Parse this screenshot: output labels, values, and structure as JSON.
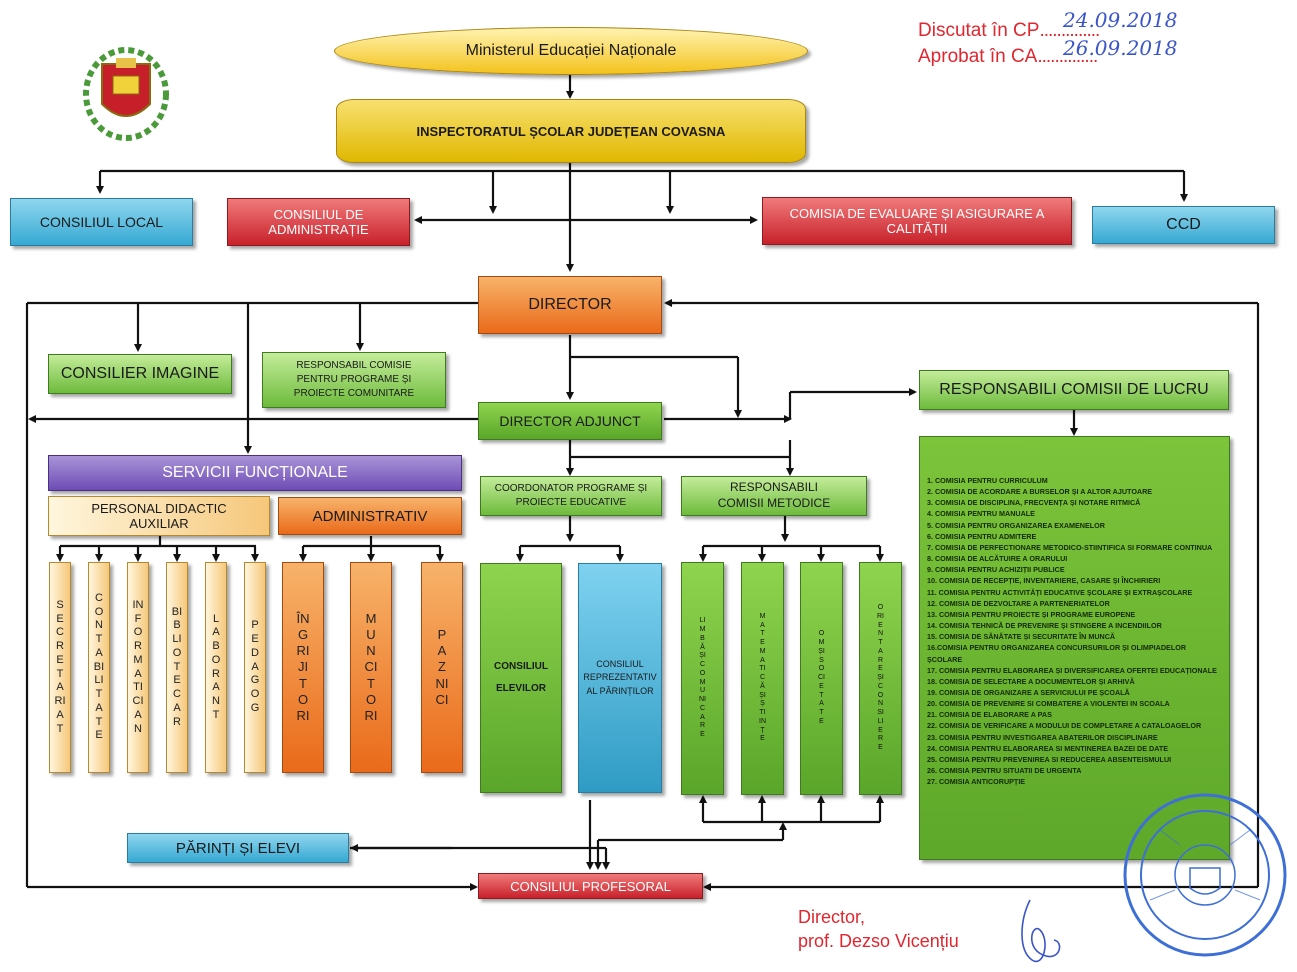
{
  "header": {
    "discutat_label": "Discutat în CP",
    "discutat_date": "24.09.2018",
    "aprobat_label": "Aprobat în CA",
    "aprobat_date": "26.09.2018"
  },
  "nodes": {
    "minister": "Ministerul Educației Naționale",
    "inspectorat": "INSPECTORATUL ȘCOLAR JUDEȚEAN COVASNA",
    "consiliul_local": "CONSILIUL LOCAL",
    "consiliul_admin": "CONSILIUL DE ADMINISTRAȚIE",
    "comisia_evaluare": "COMISIA DE EVALUARE ȘI ASIGURARE A CALITĂȚII",
    "ccd": "CCD",
    "director": "DIRECTOR",
    "consilier_imagine": "CONSILIER IMAGINE",
    "responsabil_comisie": "RESPONSABIL COMISIE PENTRU PROGRAME ȘI PROIECTE COMUNITARE",
    "director_adjunct": "DIRECTOR ADJUNCT",
    "responsabili_comisii_lucru": "RESPONSABILI COMISII DE LUCRU",
    "servicii_functionale": "SERVICII FUNCȚIONALE",
    "personal_didactic": "PERSONAL DIDACTIC AUXILIAR",
    "administrativ": "ADMINISTRATIV",
    "coordonator": "COORDONATOR PROGRAME ȘI PROIECTE EDUCATIVE",
    "responsabili_metodice": "RESPONSABILI COMISII METODICE",
    "consiliul_elevilor": "CONSILIUL ELEVILOR",
    "consiliul_parinti": "CONSILIUL REPREZENTATIV AL PĂRINȚILOR",
    "parinti_elevi": "PĂRINȚI ȘI ELEVI",
    "consiliul_profesoral": "CONSILIUL PROFESORAL"
  },
  "auxiliar_columns": [
    "SECRETARIAT",
    "CONTABILITATE",
    "INFORMATICIAN",
    "BIBLIOTECAR",
    "LABORANT",
    "PEDAGOG"
  ],
  "admin_columns": [
    "ÎNGRIJITORI",
    "MUNCITORI",
    "PAZNICI"
  ],
  "metodice_columns": [
    "LIMBĂ ȘI COMUNICARE",
    "MATEMATICĂ ȘI ȘTIINȚE",
    "OM ȘI SOCIETATE",
    "ORIENTARE ȘI CONSILIERE"
  ],
  "comisii_list": [
    "1. COMISIA PENTRU CURRICULUM",
    "2. COMISIA DE ACORDARE A BURSELOR ȘI A ALTOR AJUTOARE",
    "3. COMISIA DE DISCIPLINA, FRECVENȚA ȘI NOTARE RITMICĂ",
    "4. COMISIA PENTRU MANUALE",
    "5. COMISIA PENTRU ORGANIZAREA EXAMENELOR",
    "6. COMISIA PENTRU ADMITERE",
    "7. COMISIA DE PERFECTIONARE METODICO-STIINTIFICA SI FORMARE CONTINUA",
    "8. COMISIA DE ALCĂTUIRE A ORARULUI",
    "9. COMISIA PENTRU ACHIZIȚII PUBLICE",
    "10. COMISIA DE RECEPȚIE, INVENTARIERE, CASARE ȘI ÎNCHIRIERI",
    "11. COMISIA PENTRU ACTIVITĂȚI EDUCATIVE ȘCOLARE ȘI EXTRAȘCOLARE",
    "12. COMISIA DE DEZVOLTARE A PARTENERIATELOR",
    "13. COMISIA PENTRU PROIECTE ȘI PROGRAME EUROPENE",
    "14. COMISIA TEHNICĂ DE PREVENIRE ȘI STINGERE A INCENDIILOR",
    "15. COMISIA DE SĂNĂTATE ȘI SECURITATE ÎN MUNCĂ",
    "16.COMISIA PENTRU ORGANIZAREA CONCURSURILOR ȘI OLIMPIADELOR ȘCOLARE",
    "17. COMISIA PENTRU ELABORAREA ȘI DIVERSIFICAREA OFERTEI EDUCAȚIONALE",
    "18. COMISIA DE SELECTARE A DOCUMENTELOR ȘI ARHIVĂ",
    "19. COMISIA DE ORGANIZARE A SERVICIULUI PE ȘCOALĂ",
    "20. COMISIA DE PREVENIRE SI COMBATERE A VIOLENTEI IN SCOALA",
    "21. COMISIA DE ELABORARE A PAS",
    "22. COMISIA DE VERIFICARE A MODULUI DE COMPLETARE A CATALOAGELOR",
    "23. COMISIA PENTRU INVESTIGAREA ABATERILOR DISCIPLINARE",
    "24. COMISIA PENTRU ELABORAREA SI MENTINEREA BAZEI DE DATE",
    "25. COMISIA PENTRU PREVENIREA SI REDUCEREA ABSENTEISMULUI",
    "26. COMISIA PENTRU SITUATII DE URGENTA",
    "27. COMISIA ANTICORUPȚIE"
  ],
  "signature": {
    "line1": "Director,",
    "line2": "prof. Dezso Vicențiu"
  },
  "colors": {
    "red_text": "#e0262f",
    "blue_ink": "#3a55c8",
    "stamp": "#3d6fd6"
  }
}
